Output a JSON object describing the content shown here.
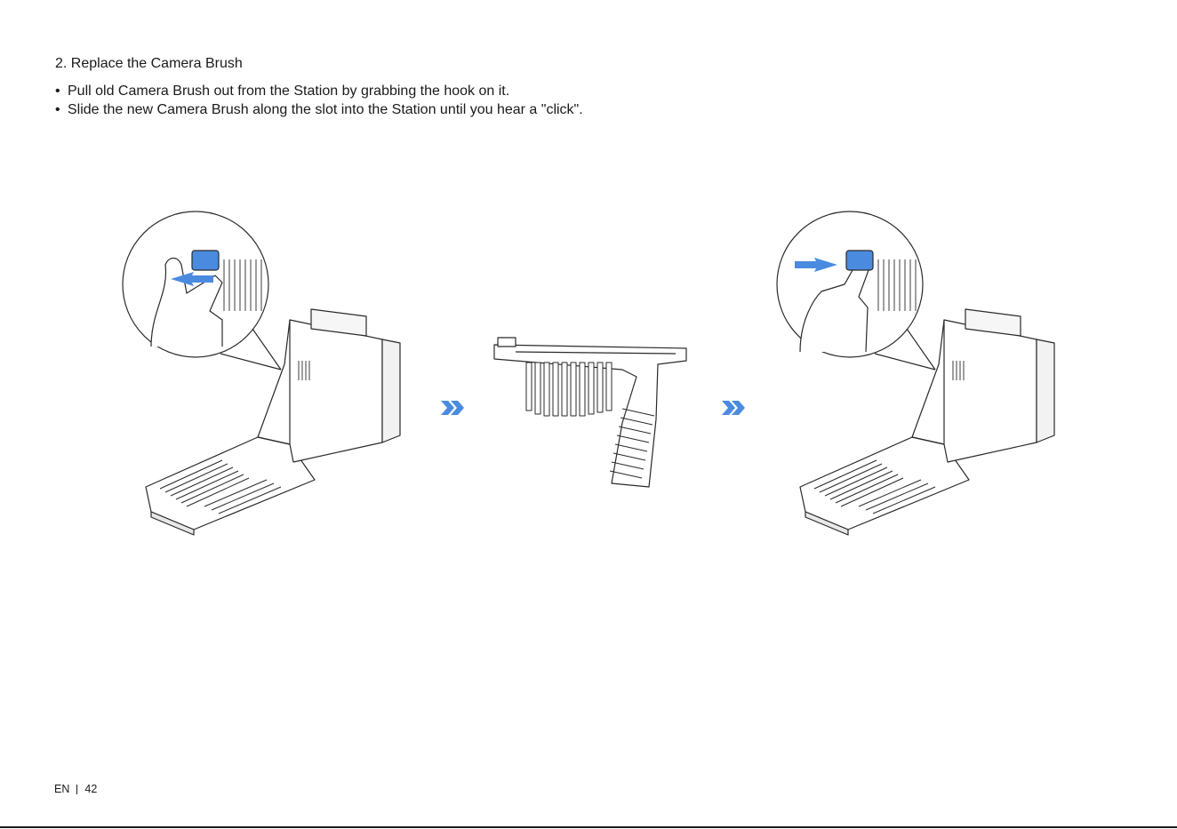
{
  "section": {
    "heading": "2. Replace the Camera Brush"
  },
  "steps": [
    {
      "bullet": "•",
      "text": "Pull old Camera Brush out from the Station by grabbing the hook on it."
    },
    {
      "bullet": "•",
      "text": "Slide the new Camera Brush along the slot into the Station until you hear a \"click\"."
    }
  ],
  "figures": [
    {
      "icon": "station-remove-brush-illustration"
    },
    {
      "icon": "camera-brush-illustration"
    },
    {
      "icon": "station-insert-brush-illustration"
    }
  ],
  "colors": {
    "accent": "#4a8be0",
    "text": "#1a1a1a",
    "line": "#2a2a2a"
  },
  "footer": {
    "lang": "EN",
    "page": "42"
  }
}
